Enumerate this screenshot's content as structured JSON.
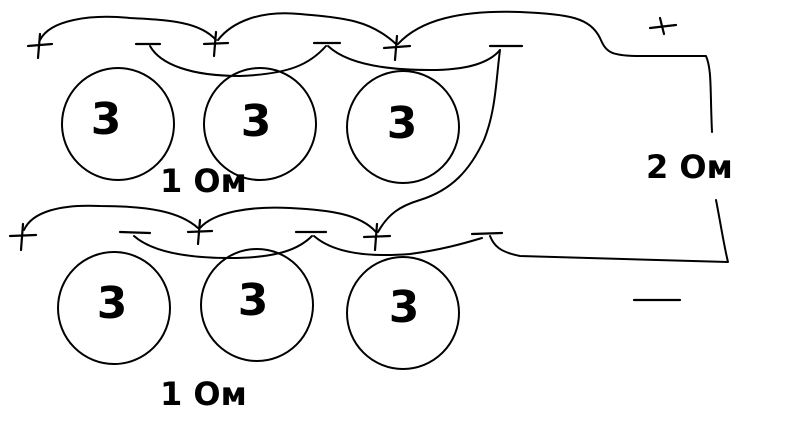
{
  "speakers_top": [
    {
      "label": "3"
    },
    {
      "label": "3"
    },
    {
      "label": "3"
    }
  ],
  "speakers_bottom": [
    {
      "label": "3"
    },
    {
      "label": "3"
    },
    {
      "label": "3"
    }
  ],
  "labels": {
    "top_group_resistance": "1 Ом",
    "bottom_group_resistance": "1 Ом",
    "total_resistance": "2 Ом"
  },
  "terminals": {
    "plus": "+",
    "minus": "−"
  }
}
